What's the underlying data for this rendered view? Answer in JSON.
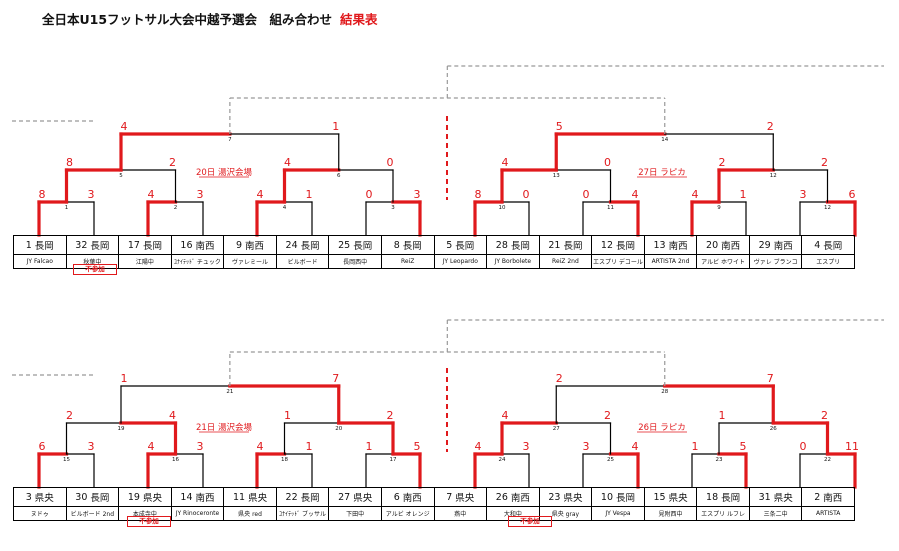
{
  "title": {
    "main": "全日本U15フットサル大会中越予選会　組み合わせ",
    "result": "結果表"
  },
  "colors": {
    "win": "#e0191c",
    "lose": "#000000",
    "dash": "#999999"
  },
  "brackets": [
    {
      "id": "top",
      "teams": [
        {
          "num": "1",
          "region": "長岡",
          "name": "JY Falcao"
        },
        {
          "num": "32",
          "region": "長岡",
          "name": "秋葉中"
        },
        {
          "num": "17",
          "region": "長岡",
          "name": "江陽中"
        },
        {
          "num": "16",
          "region": "南西",
          "name": "ﾕﾅｲﾃｯﾄﾞ チュック"
        },
        {
          "num": "9",
          "region": "南西",
          "name": "ヴァレミール"
        },
        {
          "num": "24",
          "region": "長岡",
          "name": "ビルボード"
        },
        {
          "num": "25",
          "region": "長岡",
          "name": "長岡西中"
        },
        {
          "num": "8",
          "region": "長岡",
          "name": "ReiZ"
        },
        {
          "num": "5",
          "region": "長岡",
          "name": "JY Leopardo"
        },
        {
          "num": "28",
          "region": "長岡",
          "name": "JY Borbolete"
        },
        {
          "num": "21",
          "region": "長岡",
          "name": "ReiZ 2nd"
        },
        {
          "num": "12",
          "region": "長岡",
          "name": "エスプリ デコール"
        },
        {
          "num": "13",
          "region": "南西",
          "name": "ARTISTA 2nd"
        },
        {
          "num": "20",
          "region": "南西",
          "name": "アルビ ホワイト"
        },
        {
          "num": "29",
          "region": "南西",
          "name": "ヴァレ ブランコ"
        },
        {
          "num": "4",
          "region": "長岡",
          "name": "エスプリ"
        }
      ],
      "r1": [
        [
          "8",
          "3"
        ],
        [
          "4",
          "3"
        ],
        [
          "4",
          "1"
        ],
        [
          "0",
          "3"
        ],
        [
          "8",
          "0"
        ],
        [
          "0",
          "4"
        ],
        [
          "4",
          "1"
        ],
        [
          "3",
          "6"
        ]
      ],
      "r1_nums": [
        "1",
        "2",
        "4",
        "3",
        "10",
        "11",
        "9",
        "12"
      ],
      "r2": [
        [
          "8",
          "2"
        ],
        [
          "4",
          "0"
        ],
        [
          "4",
          "0"
        ],
        [
          "2",
          "2"
        ]
      ],
      "r2_nums": [
        "5",
        "6",
        "13",
        "12"
      ],
      "r3": [
        [
          "4",
          "1"
        ],
        [
          "5",
          "2"
        ]
      ],
      "r3_nums": [
        "7",
        "14"
      ],
      "venues": [
        "20日 湯沢会場",
        "27日 ラピカ"
      ],
      "fusanka": "不参加"
    },
    {
      "id": "bottom",
      "teams": [
        {
          "num": "3",
          "region": "県央",
          "name": "ヌドゥ"
        },
        {
          "num": "30",
          "region": "長岡",
          "name": "ビルボード 2nd"
        },
        {
          "num": "19",
          "region": "県央",
          "name": "本成寺中"
        },
        {
          "num": "14",
          "region": "南西",
          "name": "JY Rinoceronte"
        },
        {
          "num": "11",
          "region": "県央",
          "name": "県央 red"
        },
        {
          "num": "22",
          "region": "長岡",
          "name": "ﾕﾅｲﾃｯﾄﾞ ブッサル"
        },
        {
          "num": "27",
          "region": "県央",
          "name": "下田中"
        },
        {
          "num": "6",
          "region": "南西",
          "name": "アルビ オレンジ"
        },
        {
          "num": "7",
          "region": "県央",
          "name": "燕中"
        },
        {
          "num": "26",
          "region": "南西",
          "name": "大和中"
        },
        {
          "num": "23",
          "region": "県央",
          "name": "県央 gray"
        },
        {
          "num": "10",
          "region": "長岡",
          "name": "JY Vespa"
        },
        {
          "num": "15",
          "region": "県央",
          "name": "見附西中"
        },
        {
          "num": "18",
          "region": "長岡",
          "name": "エスプリ ルフレ"
        },
        {
          "num": "31",
          "region": "県央",
          "name": "三条二中"
        },
        {
          "num": "2",
          "region": "南西",
          "name": "ARTISTA"
        }
      ],
      "r1": [
        [
          "6",
          "3"
        ],
        [
          "4",
          "3"
        ],
        [
          "4",
          "1"
        ],
        [
          "1",
          "5"
        ],
        [
          "4",
          "3"
        ],
        [
          "3",
          "4"
        ],
        [
          "1",
          "5"
        ],
        [
          "0",
          "11"
        ]
      ],
      "r1_nums": [
        "15",
        "16",
        "18",
        "17",
        "24",
        "25",
        "23",
        "22"
      ],
      "r2": [
        [
          "2",
          "4"
        ],
        [
          "1",
          "2"
        ],
        [
          "4",
          "2"
        ],
        [
          "1",
          "2"
        ]
      ],
      "r2_nums": [
        "19",
        "20",
        "27",
        "26"
      ],
      "r3": [
        [
          "1",
          "7"
        ],
        [
          "2",
          "7"
        ]
      ],
      "r3_nums": [
        "21",
        "28"
      ],
      "venues": [
        "21日 湯沢会場",
        "26日 ラピカ"
      ],
      "fusanka": "不参加"
    }
  ]
}
